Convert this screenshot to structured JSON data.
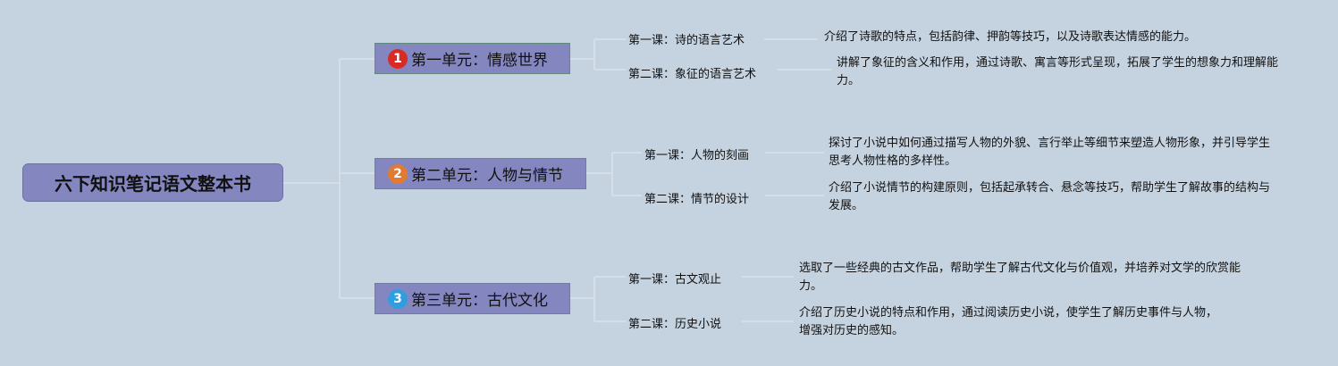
{
  "root": {
    "title": "六下知识笔记语文整本书"
  },
  "units": [
    {
      "badge": "1",
      "badge_color": "#d92b24",
      "title": "第一单元：情感世界",
      "lessons": [
        {
          "title": "第一课：诗的语言艺术",
          "desc": "介绍了诗歌的特点，包括韵律、押韵等技巧，以及诗歌表达情感的能力。"
        },
        {
          "title": "第二课：象征的语言艺术",
          "desc": "讲解了象征的含义和作用，通过诗歌、寓言等形式呈现，拓展了学生的想象力和理解能力。"
        }
      ]
    },
    {
      "badge": "2",
      "badge_color": "#e27a34",
      "title": "第二单元：人物与情节",
      "lessons": [
        {
          "title": "第一课：人物的刻画",
          "desc": "探讨了小说中如何通过描写人物的外貌、言行举止等细节来塑造人物形象，并引导学生思考人物性格的多样性。"
        },
        {
          "title": "第二课：情节的设计",
          "desc": "介绍了小说情节的构建原则，包括起承转合、悬念等技巧，帮助学生了解故事的结构与发展。"
        }
      ]
    },
    {
      "badge": "3",
      "badge_color": "#2f9ee0",
      "title": "第三单元：古代文化",
      "lessons": [
        {
          "title": "第一课：古文观止",
          "desc": "选取了一些经典的古文作品，帮助学生了解古代文化与价值观，并培养对文学的欣赏能力。"
        },
        {
          "title": "第二课：历史小说",
          "desc": "介绍了历史小说的特点和作用，通过阅读历史小说，使学生了解历史事件与人物，增强对历史的感知。"
        }
      ]
    }
  ]
}
